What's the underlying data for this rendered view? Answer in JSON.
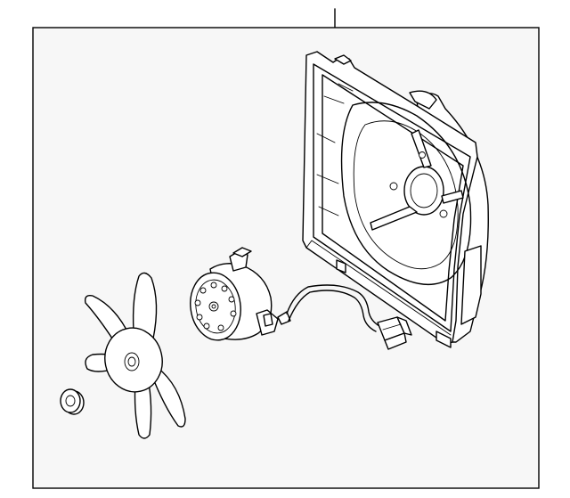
{
  "diagram": {
    "colors": {
      "panel_background": "#f7f7f7",
      "line": "#000000",
      "part_fill": "#ffffff"
    },
    "parts": [
      {
        "name": "fan-shroud",
        "icon": "fan-shroud-icon"
      },
      {
        "name": "fan-motor",
        "icon": "motor-icon"
      },
      {
        "name": "wire-harness-connector",
        "icon": "connector-icon"
      },
      {
        "name": "fan-blade",
        "icon": "fan-blade-icon"
      },
      {
        "name": "nut",
        "icon": "nut-icon"
      }
    ]
  }
}
